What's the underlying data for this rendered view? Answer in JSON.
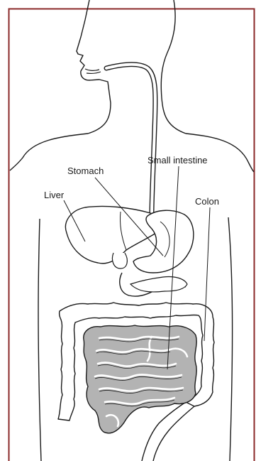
{
  "labels": {
    "stomach": "Stomach",
    "small_intestine": "Small intestine",
    "liver": "Liver",
    "colon": "Colon"
  },
  "colors": {
    "frame": "#8b2a2a",
    "outline": "#1a1a1a",
    "intestine_fill": "#b3b3b3",
    "background": "#ffffff"
  }
}
